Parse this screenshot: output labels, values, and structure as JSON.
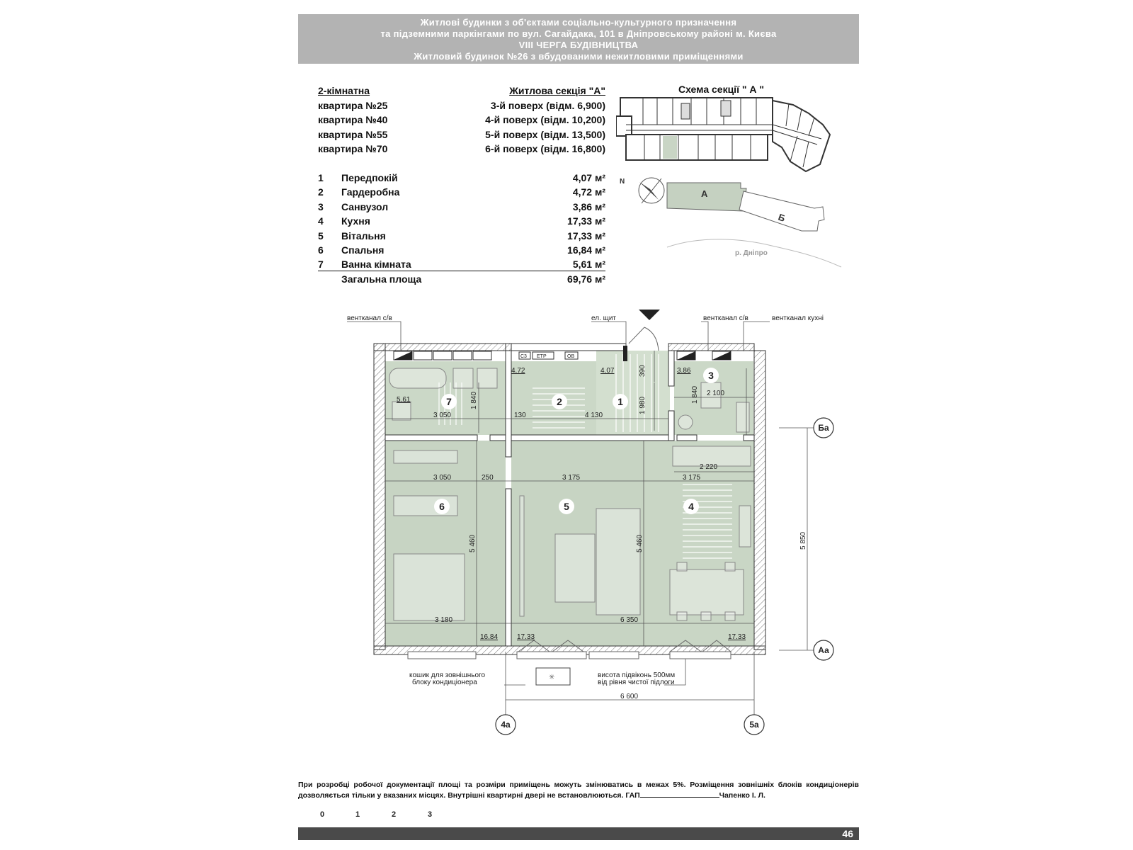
{
  "header": {
    "line1": "Житлові будинки з об'єктами соціально-культурного призначення",
    "line2": "та підземними паркінгами по вул. Сагайдака, 101 в Дніпровському районі м. Києва",
    "line3": "VIII ЧЕРГА БУДІВНИЦТВА",
    "line4": "Житловий будинок №26 з вбудованими нежитловими приміщеннями"
  },
  "apartment": {
    "type": "2-кімнатна",
    "section": "Житлова секція \"А\"",
    "units": [
      {
        "label": "квартира №25",
        "floor": "3-й поверх (відм. 6,900)"
      },
      {
        "label": "квартира №40",
        "floor": "4-й поверх (відм. 10,200)"
      },
      {
        "label": "квартира №55",
        "floor": "5-й поверх (відм. 13,500)"
      },
      {
        "label": "квартира №70",
        "floor": "6-й поверх (відм. 16,800)"
      }
    ]
  },
  "rooms": [
    {
      "num": "1",
      "name": "Передпокій",
      "area": "4,07 м²"
    },
    {
      "num": "2",
      "name": "Гардеробна",
      "area": "4,72 м²"
    },
    {
      "num": "3",
      "name": "Санвузол",
      "area": "3,86 м²"
    },
    {
      "num": "4",
      "name": "Кухня",
      "area": "17,33 м²"
    },
    {
      "num": "5",
      "name": "Вітальня",
      "area": "17,33 м²"
    },
    {
      "num": "6",
      "name": "Спальня",
      "area": "16,84 м²"
    },
    {
      "num": "7",
      "name": "Ванна кімната",
      "area": "5,61 м²"
    }
  ],
  "total": {
    "name": "Загальна площа",
    "area": "69,76 м²"
  },
  "scheme": {
    "title": "Схема секції \" А \"",
    "north": "N",
    "section_a": "А",
    "section_b": "Б",
    "river": "р. Дніпро"
  },
  "plan": {
    "labels": {
      "vent_bath_left": "вентканал с/в",
      "el_panel": "ел. щит",
      "vent_bath_right": "вентканал с/в",
      "vent_kitchen": "вентканал кухні",
      "ac_basket_1": "кошик для зовнішнього",
      "ac_basket_2": "блоку кондиціонера",
      "sill_1": "висота підвіконь 500мм",
      "sill_2": "від рівня чистої підлоги",
      "meter_c3": "С3",
      "meter_etr": "ЕТР",
      "meter_ob": "ОВ"
    },
    "axes": {
      "ba": "Ба",
      "aa": "Аа",
      "a4": "4а",
      "a5": "5а"
    },
    "room_numbers": [
      "1",
      "2",
      "3",
      "4",
      "5",
      "6",
      "7"
    ],
    "areas": {
      "r1": "4.07",
      "r2": "4.72",
      "r3": "3.86",
      "r4": "17.33",
      "r5": "17.33",
      "r6": "16.84",
      "r7": "5.61"
    },
    "dims": {
      "d_3050a": "3 050",
      "d_1840a": "1 840",
      "d_130": "130",
      "d_4130": "4 130",
      "d_1980": "1 980",
      "d_390": "390",
      "d_1840b": "1 840",
      "d_2100": "2 100",
      "d_2220": "2 220",
      "d_3050b": "3 050",
      "d_250": "250",
      "d_3175a": "3 175",
      "d_3175b": "3 175",
      "d_5460a": "5 460",
      "d_5460b": "5 460",
      "d_5850": "5 850",
      "d_3180": "3 180",
      "d_6350": "6 350",
      "d_6600": "6 600"
    }
  },
  "note": {
    "text": "При розробці робочої документації площі та розміри приміщень можуть змінюватись в межах 5%. Розміщення зовнішніх блоків кондиціонерів дозволяється тільки у вказаних місцях. Внутрішні квартирні двері не встановлюються.",
    "gap_label": "ГАП",
    "gap_name": "Чапенко І. Л."
  },
  "scale": {
    "t0": "0",
    "t1": "1",
    "t2": "2",
    "t3": "3"
  },
  "page_number": "46"
}
